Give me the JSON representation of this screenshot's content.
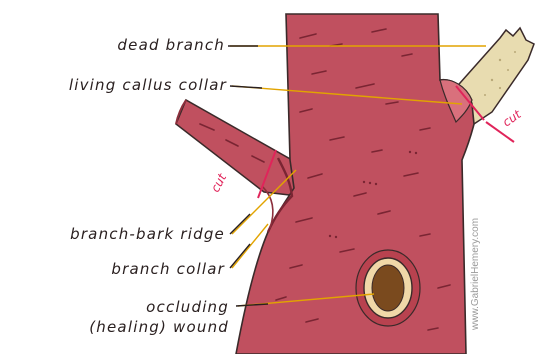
{
  "labels": {
    "dead_branch": "dead branch",
    "living_callus_collar": "living callus collar",
    "branch_bark_ridge": "branch-bark ridge",
    "branch_collar": "branch collar",
    "occluding_line1": "occluding",
    "occluding_line2": "(healing) wound"
  },
  "cut_labels": {
    "left": "cut",
    "right": "cut"
  },
  "credit": "www.GabrielHemery.com",
  "colors": {
    "bark": "#c0505f",
    "bark_dark": "#8c2f3c",
    "bark_light": "#d9707c",
    "dead_wood": "#e8dcb0",
    "leader_line": "#e2a400",
    "cut_line": "#e0245a",
    "wound_center": "#7a4a1e",
    "text": "#2a2020"
  }
}
